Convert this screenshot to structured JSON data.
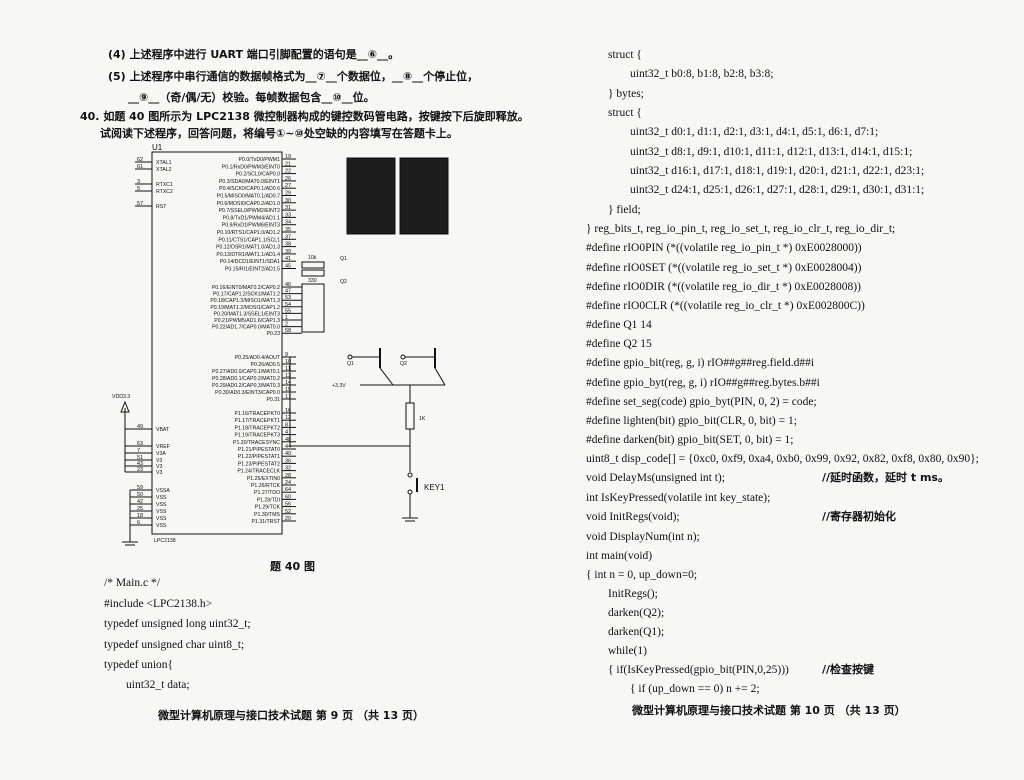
{
  "left_page": {
    "questions": [
      "(4) 上述程序中进行 UART 端口引脚配置的语句是__⑥__。",
      "(5) 上述程序中串行通信的数据帧格式为__⑦__个数据位，__⑧__个停止位，",
      "__⑨__（奇/偶/无）校验。每帧数据包含__⑩__位。",
      "40. 如题 40 图所示为 LPC2138 微控制器构成的键控数码管电路，按键按下后旋即释放。",
      "试阅读下述程序，回答问题，将编号①~⑩处空缺的内容填写在答题卡上。"
    ],
    "figure": {
      "chip_ref": "U1",
      "chip_name": "LPC2138",
      "caption": "题 40 图",
      "left_pins": [
        {
          "num": "62",
          "name": "XTAL1"
        },
        {
          "num": "61",
          "name": "XTAL2"
        },
        {
          "num": "3",
          "name": "RTXC1"
        },
        {
          "num": "5",
          "name": "RTXC2"
        },
        {
          "num": "57",
          "name": "RST"
        }
      ],
      "power_pins": [
        {
          "num": "49",
          "name": "VBAT"
        },
        {
          "num": "63",
          "name": "VREF"
        },
        {
          "num": "7",
          "name": "V3A"
        },
        {
          "num": "51",
          "name": "V3"
        },
        {
          "num": "43",
          "name": "V3"
        },
        {
          "num": "23",
          "name": "V3"
        }
      ],
      "ground_pins": [
        {
          "num": "59",
          "name": "VSSA"
        },
        {
          "num": "50",
          "name": "VSS"
        },
        {
          "num": "42",
          "name": "VSS"
        },
        {
          "num": "25",
          "name": "VSS"
        },
        {
          "num": "18",
          "name": "VSS"
        },
        {
          "num": "6",
          "name": "VSS"
        }
      ],
      "p0_pins_a": [
        {
          "name": "P0.0/TxD0/PWM1",
          "num": "19"
        },
        {
          "name": "P0.1/RxD0/PWM3/EINT0",
          "num": "21"
        },
        {
          "name": "P0.2/SCL0/CAP0.0",
          "num": "22"
        },
        {
          "name": "P0.3/SDA0/MAT0.0/EINT1",
          "num": "26"
        },
        {
          "name": "P0.4/SCK0/CAP0.1/AD0.6",
          "num": "27"
        },
        {
          "name": "P0.5/MISO0/MAT0.1/AD0.7",
          "num": "29"
        },
        {
          "name": "P0.6/MOSI0/CAP0.2/AD1.0",
          "num": "30"
        },
        {
          "name": "P0.7/SSEL0/PWM2/EINT2",
          "num": "31"
        },
        {
          "name": "P0.8/TxD1/PWM4/AD1.1",
          "num": "33"
        },
        {
          "name": "P0.9/RxD1/PWM6/EINT3",
          "num": "34"
        },
        {
          "name": "P0.10/RTS1/CAP1.0/AD1.2",
          "num": "35"
        },
        {
          "name": "P0.11/CTS1/CAP1.1/SCL1",
          "num": "37"
        },
        {
          "name": "P0.12/DSR1/MAT1.0/AD1.3",
          "num": "38"
        },
        {
          "name": "P0.13/DTR1/MAT1.1/AD1.4",
          "num": "39"
        },
        {
          "name": "P0.14/DCD1/EINT1/SDA1",
          "num": "41"
        },
        {
          "name": "P0.15/RI1/EINT2/AD1.5",
          "num": "45"
        }
      ],
      "p0_pins_b": [
        {
          "name": "P0.16/EINT0/MAT0.2/CAP0.2",
          "num": "46"
        },
        {
          "name": "P0.17/CAP1.2/SCK1/MAT1.2",
          "num": "47"
        },
        {
          "name": "P0.18/CAP1.3/MISO1/MAT1.3",
          "num": "53"
        },
        {
          "name": "P0.19/MAT1.2/MOSI1/CAP1.2",
          "num": "54"
        },
        {
          "name": "P0.20/MAT1.3/SSEL1/EINT3",
          "num": "55"
        },
        {
          "name": "P0.21/PWM5/AD1.6/CAP1.3",
          "num": "1"
        },
        {
          "name": "P0.22/AD1.7/CAP0.0/MAT0.0",
          "num": "2"
        },
        {
          "name": "P0.23",
          "num": "58"
        }
      ],
      "p0_pins_c": [
        {
          "name": "P0.25/AD0.4/AOUT",
          "num": "9"
        },
        {
          "name": "P0.26/AD0.5",
          "num": "10"
        },
        {
          "name": "P0.27/AD0.0/CAP0.1/MAT0.1",
          "num": "11"
        },
        {
          "name": "P0.28/AD0.1/CAP0.2/MAT0.2",
          "num": "13"
        },
        {
          "name": "P0.29/AD0.2/CAP0.3/MAT0.3",
          "num": "14"
        },
        {
          "name": "P0.30/AD0.3/EINT3/CAP0.0",
          "num": "15"
        },
        {
          "name": "P0.31",
          "num": "17"
        }
      ],
      "p1_pins": [
        {
          "name": "P1.16/TRACEPKT0",
          "num": "16"
        },
        {
          "name": "P1.17/TRACEPKT1",
          "num": "12"
        },
        {
          "name": "P1.18/TRACEPKT2",
          "num": "8"
        },
        {
          "name": "P1.19/TRACEPKT3",
          "num": "4"
        },
        {
          "name": "P1.20/TRACESYNC",
          "num": "48"
        },
        {
          "name": "P1.21/PIPESTAT0",
          "num": "44"
        },
        {
          "name": "P1.22/PIPESTAT1",
          "num": "40"
        },
        {
          "name": "P1.23/PIPESTAT2",
          "num": "36"
        },
        {
          "name": "P1.24/TRACECLK",
          "num": "32"
        },
        {
          "name": "P1.25/EXTIN0",
          "num": "28"
        },
        {
          "name": "P1.26/RTCK",
          "num": "24"
        },
        {
          "name": "P1.27/TDO",
          "num": "64"
        },
        {
          "name": "P1.28/TDI",
          "num": "60"
        },
        {
          "name": "P1.29/TCK",
          "num": "56"
        },
        {
          "name": "P1.30/TMS",
          "num": "52"
        },
        {
          "name": "P1.31/TRST",
          "num": "20"
        }
      ],
      "labels": {
        "vdd": "VDD3.3",
        "r10k": "10k",
        "r330": "330",
        "q1": "Q1",
        "q2": "Q2",
        "vcc": "+3.3V",
        "r1k": "1K",
        "key": "KEY1"
      }
    },
    "code": [
      "/* Main.c */",
      "#include <LPC2138.h>",
      "typedef unsigned long uint32_t;",
      "typedef unsigned char uint8_t;",
      "typedef union{",
      "uint32_t data;"
    ],
    "footer": "微型计算机原理与接口技术试题 第 9 页 （共 13 页）"
  },
  "right_page": {
    "code": [
      {
        "indent": 0,
        "text": "struct {"
      },
      {
        "indent": 1,
        "text": "uint32_t    b0:8, b1:8, b2:8, b3:8;"
      },
      {
        "indent": 0,
        "text": "}   bytes;"
      },
      {
        "indent": 0,
        "text": "struct {"
      },
      {
        "indent": 1,
        "text": "uint32_t    d0:1, d1:1, d2:1, d3:1, d4:1, d5:1, d6:1, d7:1;"
      },
      {
        "indent": 1,
        "text": "uint32_t    d8:1, d9:1, d10:1, d11:1, d12:1, d13:1, d14:1, d15:1;"
      },
      {
        "indent": 1,
        "text": "uint32_t    d16:1, d17:1, d18:1, d19:1, d20:1, d21:1, d22:1, d23:1;"
      },
      {
        "indent": 1,
        "text": "uint32_t    d24:1, d25:1, d26:1, d27:1, d28:1, d29:1, d30:1, d31:1;"
      },
      {
        "indent": 0,
        "text": "}   field;"
      },
      {
        "indent": -1,
        "text": "} reg_bits_t, reg_io_pin_t, reg_io_set_t, reg_io_clr_t, reg_io_dir_t;"
      },
      {
        "indent": -1,
        "text": "#define    rIO0PIN    (*((volatile reg_io_pin_t *) 0xE0028000))"
      },
      {
        "indent": -1,
        "text": "#define    rIO0SET    (*((volatile reg_io_set_t *) 0xE0028004))"
      },
      {
        "indent": -1,
        "text": "#define    rIO0DIR    (*((volatile reg_io_dir_t *) 0xE0028008))"
      },
      {
        "indent": -1,
        "text": "#define    rIO0CLR    (*((volatile reg_io_clr_t *) 0xE002800C))"
      },
      {
        "indent": -1,
        "text": "#define    Q1    14"
      },
      {
        "indent": -1,
        "text": "#define    Q2    15"
      },
      {
        "indent": -1,
        "text": "#define    gpio_bit(reg, g, i)    rIO##g##reg.field.d##i"
      },
      {
        "indent": -1,
        "text": "#define    gpio_byt(reg, g, i)    rIO##g##reg.bytes.b##i"
      },
      {
        "indent": -1,
        "text": "#define    set_seg(code)    gpio_byt(PIN, 0, 2) = code;"
      },
      {
        "indent": -1,
        "text": "#define    lighten(bit)    gpio_bit(CLR, 0, bit) = 1;"
      },
      {
        "indent": -1,
        "text": "#define    darken(bit)    gpio_bit(SET, 0, bit) = 1;"
      },
      {
        "indent": -1,
        "text": "uint8_t disp_code[] = {0xc0, 0xf9, 0xa4, 0xb0, 0x99, 0x92, 0x82, 0xf8, 0x80, 0x90};"
      },
      {
        "indent": -1,
        "text": "void DelayMs(unsigned int t);",
        "comment": "//延时函数，延时 t ms。"
      },
      {
        "indent": -1,
        "text": "int IsKeyPressed(volatile int key_state);"
      },
      {
        "indent": -1,
        "text": "void InitRegs(void);",
        "comment": "//寄存器初始化"
      },
      {
        "indent": -1,
        "text": "void DisplayNum(int n);"
      },
      {
        "indent": -1,
        "text": "int main(void)"
      },
      {
        "indent": -1,
        "text": "{     int n = 0, up_down=0;"
      },
      {
        "indent": 0,
        "text": "InitRegs();"
      },
      {
        "indent": 0,
        "text": "darken(Q2);"
      },
      {
        "indent": 0,
        "text": "darken(Q1);"
      },
      {
        "indent": 0,
        "text": "while(1)"
      },
      {
        "indent": 0,
        "text": "{     if(IsKeyPressed(gpio_bit(PIN,0,25)))",
        "comment": "//检查按键"
      },
      {
        "indent": 1,
        "text": "{     if (up_down == 0)          n += 2;"
      }
    ],
    "footer": "微型计算机原理与接口技术试题 第 10 页 （共 13 页）"
  }
}
